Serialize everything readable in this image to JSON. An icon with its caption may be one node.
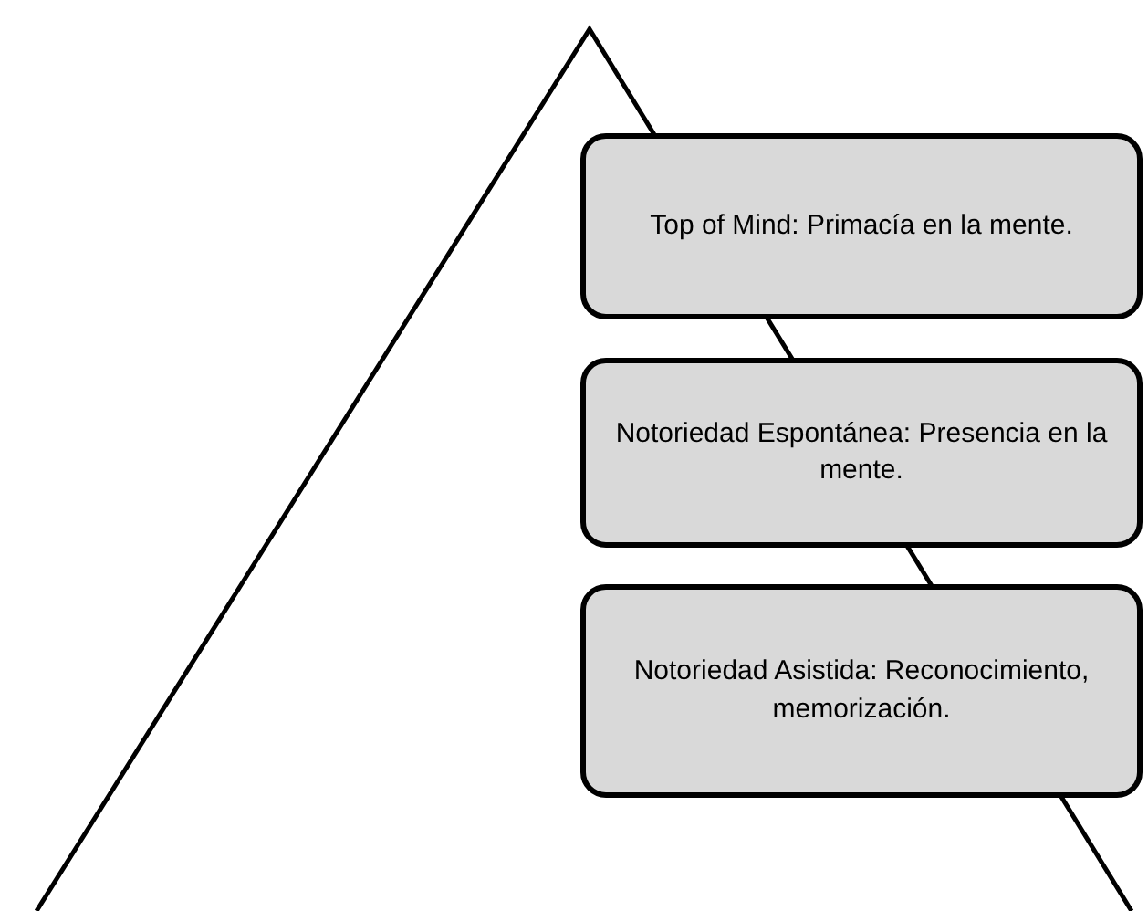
{
  "diagram": {
    "nodes": [
      {
        "text": [
          "Top of Mind: Primacía en la mente."
        ]
      },
      {
        "text": [
          "Notoriedad Espontánea: Presencia en la mente."
        ]
      },
      {
        "text": [
          "Notoriedad Asistida: Reconocimiento, memorización."
        ]
      }
    ]
  }
}
